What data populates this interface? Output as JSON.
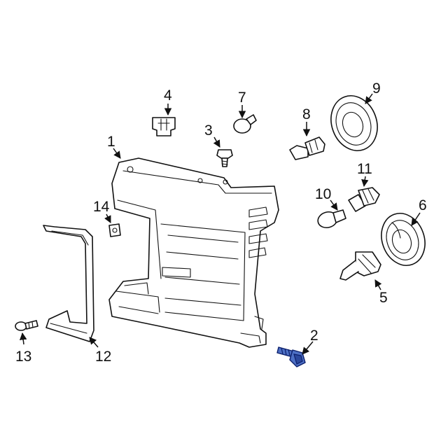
{
  "callouts": {
    "c1": "1",
    "c2": "2",
    "c3": "3",
    "c4": "4",
    "c5": "5",
    "c6": "6",
    "c7": "7",
    "c8": "8",
    "c9": "9",
    "c10": "10",
    "c11": "11",
    "c12": "12",
    "c13": "13",
    "c14": "14"
  },
  "colors": {
    "highlight": "#4d6fc4",
    "line": "#111111",
    "background": "#ffffff"
  }
}
